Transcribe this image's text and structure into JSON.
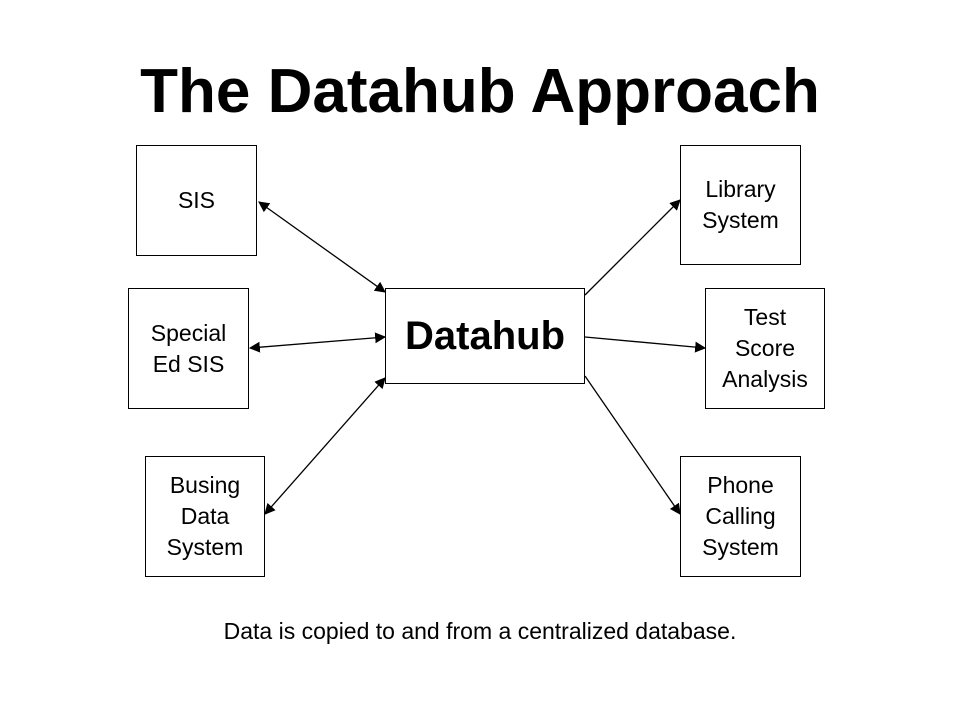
{
  "title": "The Datahub Approach",
  "hub": {
    "label": "Datahub"
  },
  "left_systems": [
    {
      "label": "SIS"
    },
    {
      "label": "Special\nEd SIS"
    },
    {
      "label": "Busing\nData\nSystem"
    }
  ],
  "right_systems": [
    {
      "label": "Library\nSystem"
    },
    {
      "label": "Test\nScore\nAnalysis"
    },
    {
      "label": "Phone\nCalling\nSystem"
    }
  ],
  "caption": "Data is copied to and from a centralized database."
}
